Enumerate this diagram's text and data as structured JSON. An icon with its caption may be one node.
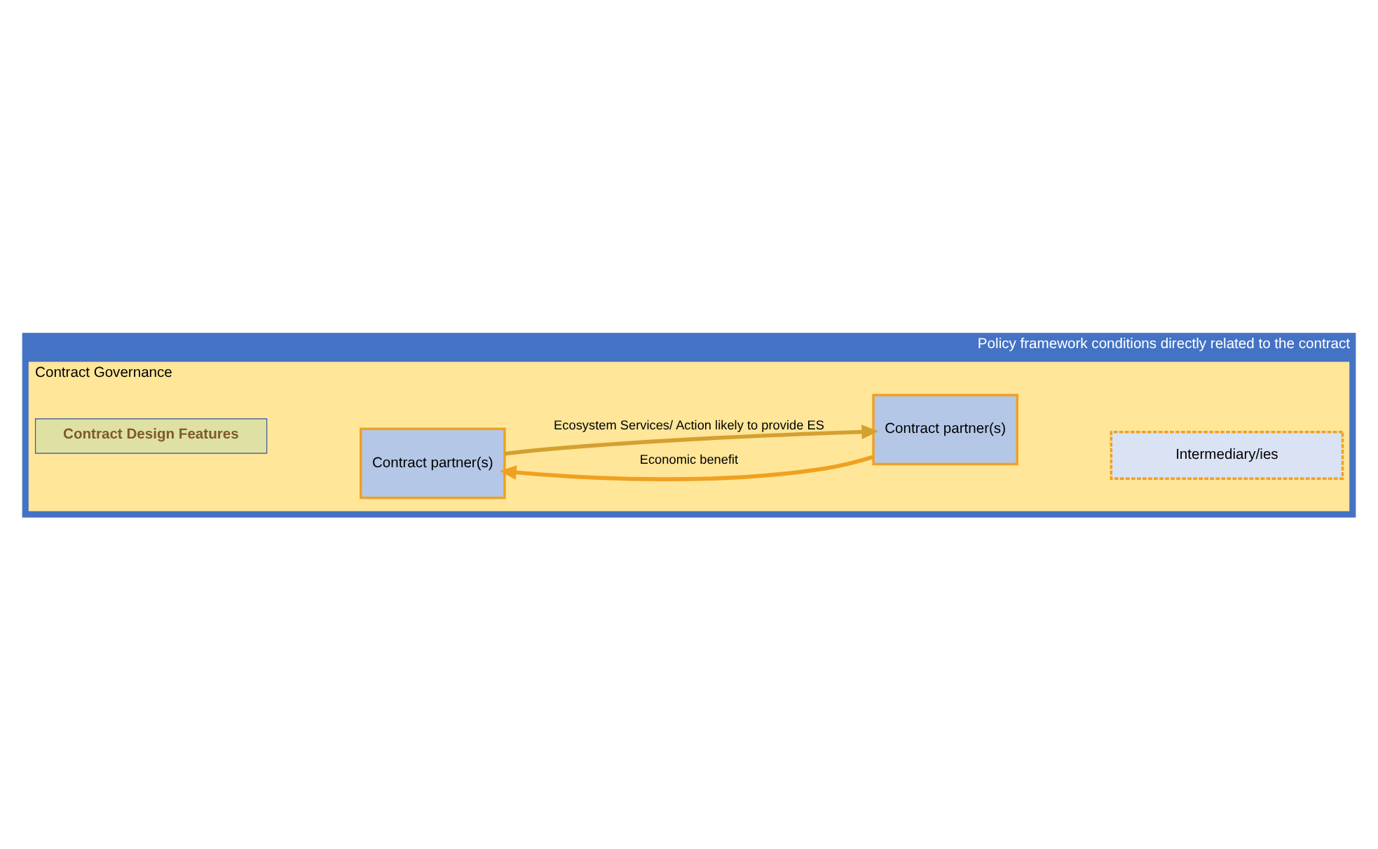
{
  "diagram": {
    "nodes": [
      {
        "text": [
          "Policy framework conditions directly related to the contract"
        ]
      },
      {
        "text": [
          "Contract Governance"
        ],
        "in": 0
      },
      {
        "text": [
          "Contract Design Features"
        ],
        "in": 1
      },
      {
        "text": [
          "Contract partner(s)"
        ],
        "in": 1
      },
      {
        "text": [
          "Contract partner(s)"
        ],
        "in": 1
      },
      {
        "text": [
          "Intermediary/ies"
        ],
        "in": 1
      }
    ],
    "edges": [
      {
        "from": 3,
        "to": 4,
        "arrow": "to",
        "label": "Economic benefit",
        "color": "#f0a020"
      },
      {
        "from": 4,
        "to": 3,
        "arrow": "to",
        "label": "Ecosystem Services/ Action likely to provide ES",
        "color": "#d4a030"
      }
    ]
  }
}
